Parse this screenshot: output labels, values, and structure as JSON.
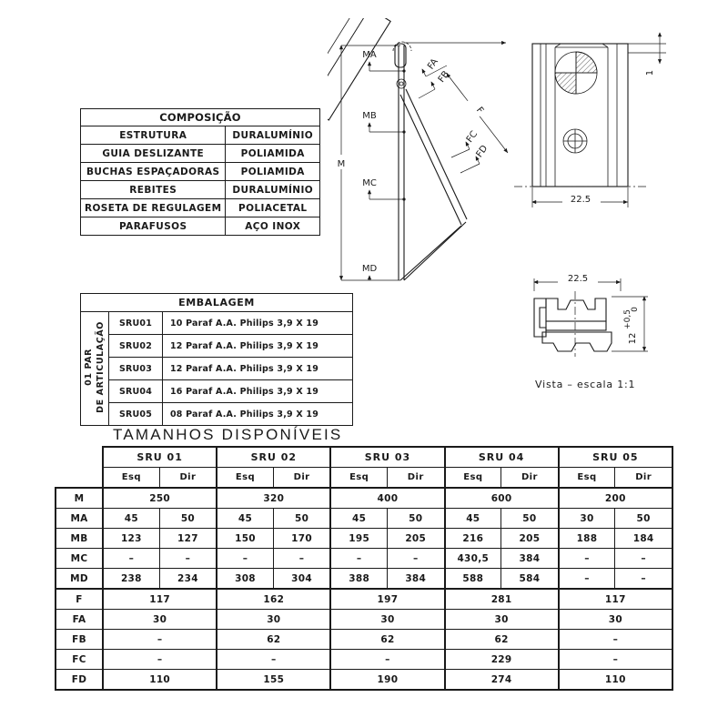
{
  "composicao": {
    "title": "COMPOSIÇÃO",
    "rows": [
      {
        "item": "ESTRUTURA",
        "material": "DURALUMÍNIO"
      },
      {
        "item": "GUIA DESLIZANTE",
        "material": "POLIAMIDA"
      },
      {
        "item": "BUCHAS ESPAÇADORAS",
        "material": "POLIAMIDA"
      },
      {
        "item": "REBITES",
        "material": "DURALUMÍNIO"
      },
      {
        "item": "ROSETA DE REGULAGEM",
        "material": "POLIACETAL"
      },
      {
        "item": "PARAFUSOS",
        "material": "AÇO INOX"
      }
    ]
  },
  "embalagem": {
    "title": "EMBALAGEM",
    "side_label": "01 PAR\nDE ARTICULAÇÃO",
    "side_label_line1": "01 PAR",
    "side_label_line2": "DE ARTICULAÇÃO",
    "rows": [
      {
        "code": "SRU01",
        "desc": "10 Paraf A.A.   Philips 3,9 X 19"
      },
      {
        "code": "SRU02",
        "desc": "12 Paraf A.A.   Philips 3,9 X 19"
      },
      {
        "code": "SRU03",
        "desc": "12 Paraf A.A.   Philips 3,9 X 19"
      },
      {
        "code": "SRU04",
        "desc": "16 Paraf A.A.   Philips 3,9 X 19"
      },
      {
        "code": "SRU05",
        "desc": "08 Paraf A.A.   Philips 3,9 X 19"
      }
    ]
  },
  "sizes": {
    "title": "TAMANHOS DISPONÍVEIS",
    "groups": [
      "SRU 01",
      "SRU 02",
      "SRU 03",
      "SRU 04",
      "SRU 05"
    ],
    "sub_headers": [
      "Esq",
      "Dir"
    ],
    "rows_merged": [
      {
        "label": "M",
        "values": [
          "250",
          "320",
          "400",
          "600",
          "200"
        ]
      }
    ],
    "rows_split": [
      {
        "label": "MA",
        "values": [
          "45",
          "50",
          "45",
          "50",
          "45",
          "50",
          "45",
          "50",
          "30",
          "50"
        ]
      },
      {
        "label": "MB",
        "values": [
          "123",
          "127",
          "150",
          "170",
          "195",
          "205",
          "216",
          "205",
          "188",
          "184"
        ]
      },
      {
        "label": "MC",
        "values": [
          "–",
          "–",
          "–",
          "–",
          "–",
          "–",
          "430,5",
          "384",
          "–",
          "–"
        ]
      },
      {
        "label": "MD",
        "values": [
          "238",
          "234",
          "308",
          "304",
          "388",
          "384",
          "588",
          "584",
          "–",
          "–"
        ]
      }
    ],
    "rows_merged_lower": [
      {
        "label": "F",
        "values": [
          "117",
          "162",
          "197",
          "281",
          "117"
        ]
      },
      {
        "label": "FA",
        "values": [
          "30",
          "30",
          "30",
          "30",
          "30"
        ]
      },
      {
        "label": "FB",
        "values": [
          "–",
          "62",
          "62",
          "62",
          "–"
        ]
      },
      {
        "label": "FC",
        "values": [
          "–",
          "–",
          "–",
          "229",
          "–"
        ]
      },
      {
        "label": "FD",
        "values": [
          "110",
          "155",
          "190",
          "274",
          "110"
        ]
      }
    ]
  },
  "drawing": {
    "side_view": {
      "labels": [
        "M",
        "MA",
        "MB",
        "MC",
        "MD",
        "F",
        "FA",
        "FB",
        "FC",
        "FD"
      ]
    },
    "front_view": {
      "width_dim": "22.5",
      "thickness_dim": "1"
    },
    "section_view": {
      "width_dim": "22.5",
      "height_dim": "12",
      "tol_upper": "+0,5",
      "tol_lower": "0",
      "caption": "Vista  – escala 1:1"
    }
  },
  "colors": {
    "line": "#1a1a1a",
    "background": "#ffffff"
  }
}
